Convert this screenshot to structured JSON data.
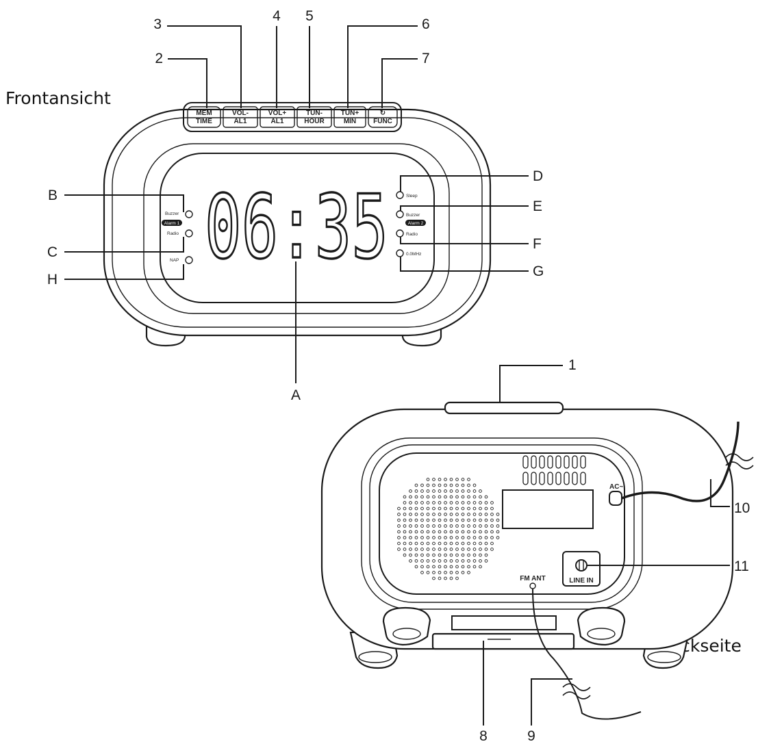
{
  "headings": {
    "front": "Frontansicht",
    "back": "Rückseite"
  },
  "display": {
    "time": "06:35"
  },
  "buttons": [
    {
      "line1": "MEM",
      "line2": "TIME"
    },
    {
      "line1": "VOL-",
      "line2": "AL1"
    },
    {
      "line1": "VOL+",
      "line2": "AL1"
    },
    {
      "line1": "TUN-",
      "line2": "HOUR"
    },
    {
      "line1": "TUN+",
      "line2": "MIN"
    },
    {
      "line1": "↻",
      "line2": "FUNC"
    }
  ],
  "indicators": {
    "left": {
      "buzzer": "Buzzer",
      "alarm": "Alarm 1",
      "radio": "Radio",
      "nap": "NAP"
    },
    "right": {
      "sleep": "Sleep",
      "buzzer": "Buzzer",
      "alarm": "Alarm 2",
      "radio": "Radio",
      "freq": "0.0MHz"
    }
  },
  "rear": {
    "ac_label": "AC~",
    "line_in_label": "LINE IN",
    "fm_ant_label": "FM ANT"
  },
  "callouts": {
    "n1": "1",
    "n2": "2",
    "n3": "3",
    "n4": "4",
    "n5": "5",
    "n6": "6",
    "n7": "7",
    "n8": "8",
    "n9": "9",
    "n10": "10",
    "n11": "11",
    "a": "A",
    "b": "B",
    "c": "C",
    "d": "D",
    "e": "E",
    "f": "F",
    "g": "G",
    "h": "H"
  }
}
